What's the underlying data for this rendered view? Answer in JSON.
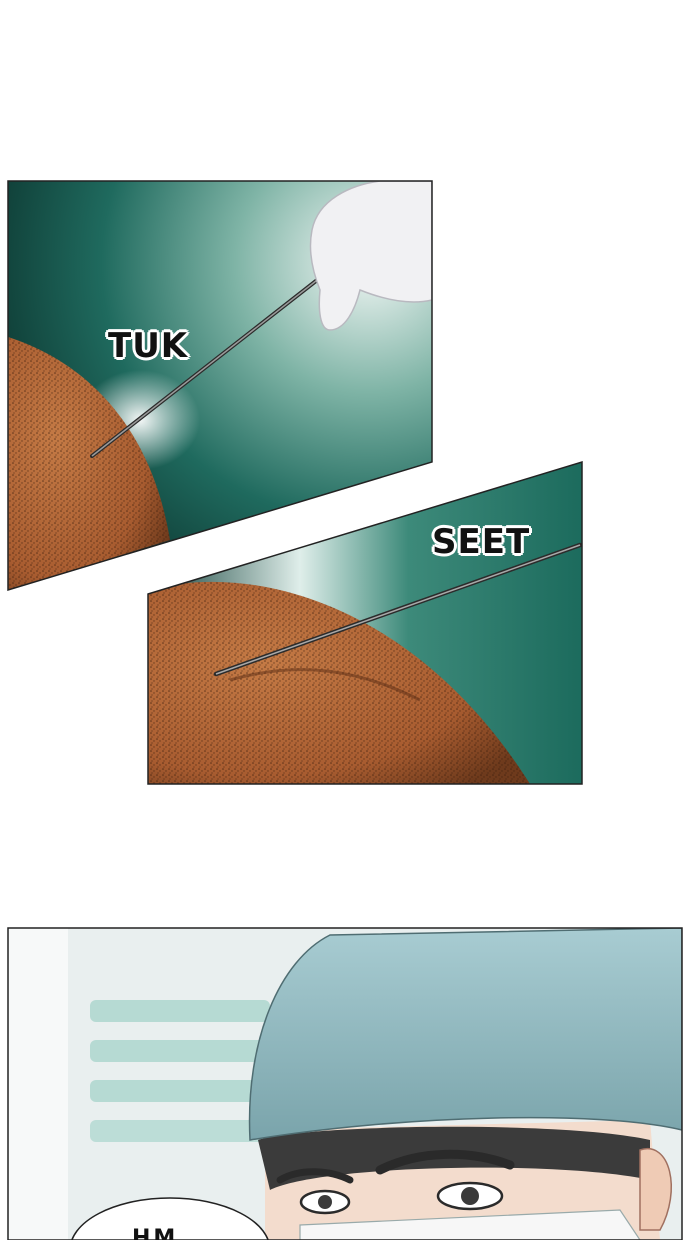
{
  "panels": {
    "panel1": {
      "sfx": "TUK"
    },
    "panel2": {
      "sfx": "SEET"
    },
    "panel3": {
      "speech": "HM..."
    }
  },
  "colors": {
    "drape_teal": "#1f6a5e",
    "skin": "#b86a3a",
    "cap": "#8fb6bd",
    "page_bg": "#ffffff"
  }
}
